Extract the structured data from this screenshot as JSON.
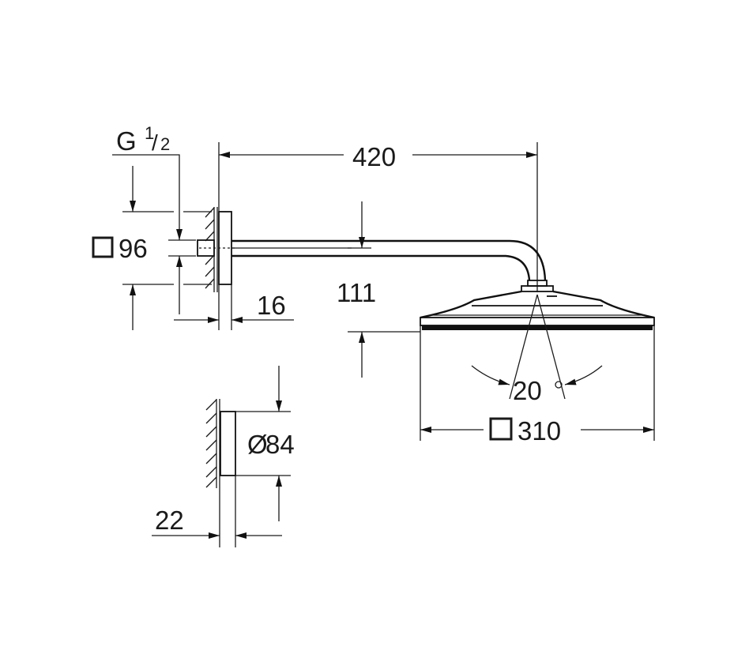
{
  "diagram": {
    "type": "technical-dimension-drawing",
    "subject": "rain shower head with wall arm",
    "line_color": "#1a1a1a",
    "background": "#ffffff",
    "dimensions": {
      "thread": {
        "main": "G",
        "sup": "1",
        "slash": "/",
        "sub": "2"
      },
      "flange_square": {
        "symbol": "square",
        "value": "96"
      },
      "flange_depth": {
        "value": "16"
      },
      "arm_length": {
        "value": "420"
      },
      "drop_height": {
        "value": "111"
      },
      "spray_angle": {
        "value": "20",
        "unit": "°"
      },
      "head_square": {
        "symbol": "square",
        "value": "310"
      },
      "wall_plate_diameter": {
        "symbol": "Ø",
        "value": "84"
      },
      "wall_plate_depth": {
        "value": "22"
      }
    }
  }
}
